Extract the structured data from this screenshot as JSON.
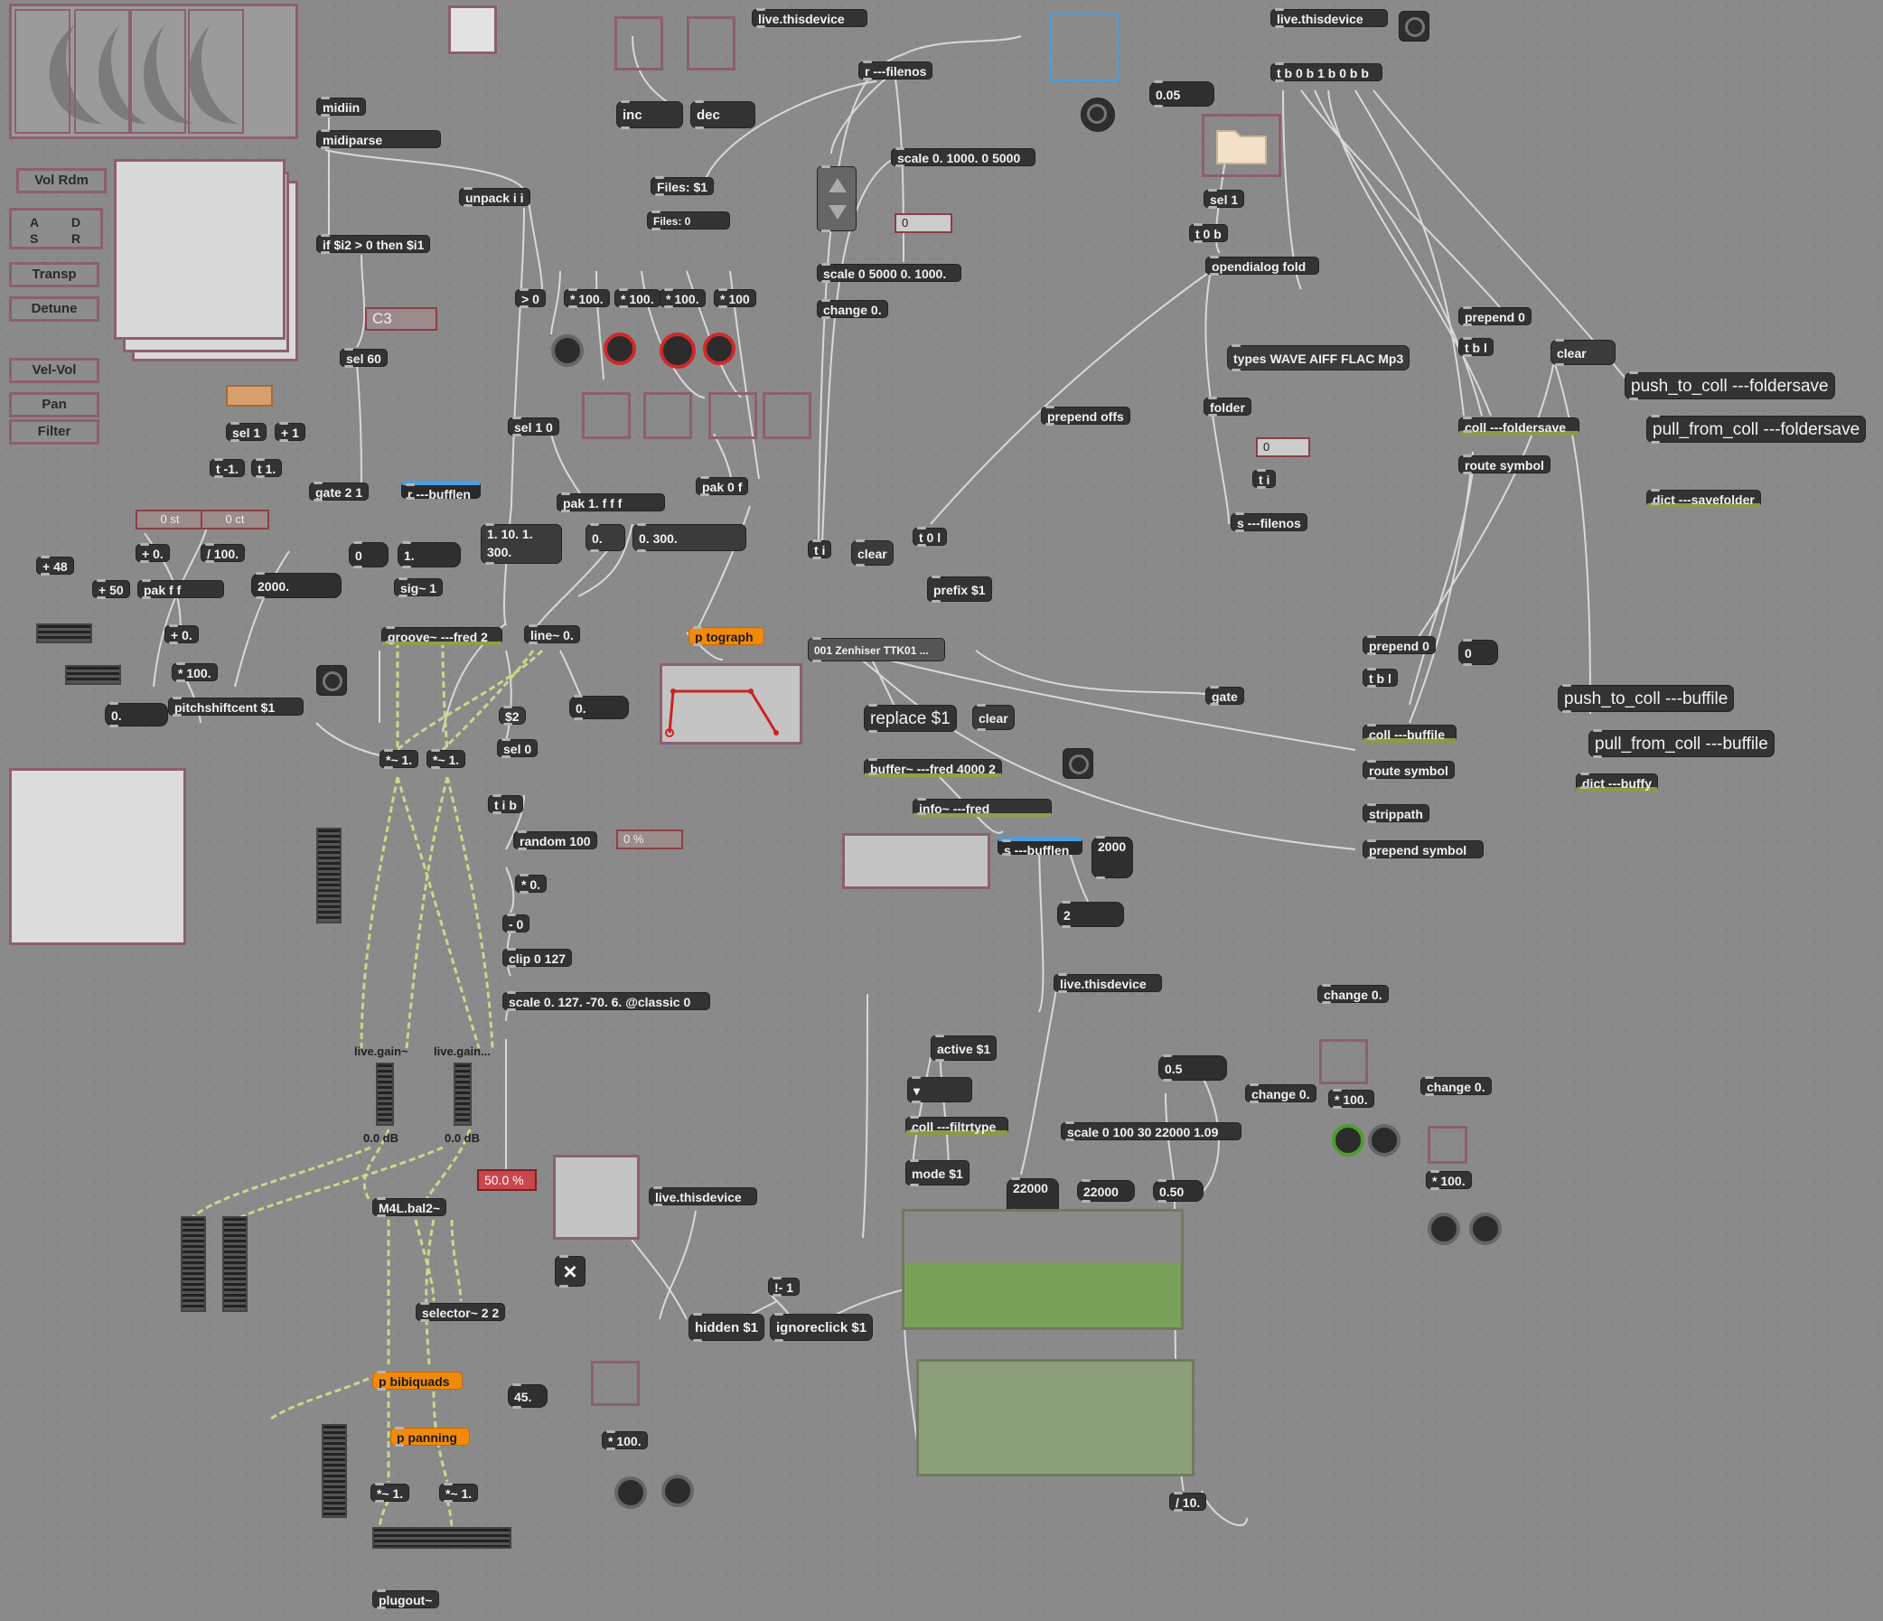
{
  "tabs": {
    "vol_rdm": "Vol Rdm",
    "adsr_a": "A",
    "adsr_d": "D",
    "adsr_s": "S",
    "adsr_r": "R",
    "transp": "Transp",
    "detune": "Detune",
    "vel_vol": "Vel-Vol",
    "pan": "Pan",
    "filter": "Filter"
  },
  "objects": {
    "midiin": "midiin",
    "midiparse": "midiparse",
    "unpack": "unpack i i",
    "if_expr": "if $i2 > 0 then $i1",
    "note_display": "C3",
    "sel60": "sel 60",
    "sel1": "sel 1",
    "plus1": "+ 1",
    "t_neg1": "t -1.",
    "t_1": "t 1.",
    "gate21": "gate 2 1",
    "r_bufflen": "r ---bufflen",
    "zero_st": "0 st",
    "zero_ct": "0 ct",
    "plus48": "+ 48",
    "plus0": "+ 0.",
    "div100": "/ 100.",
    "plus50": "+ 50",
    "pakff": "pak f f",
    "plus0b": "+ 0.",
    "times100a": "* 100.",
    "pitchshift": "pitchshiftcent $1",
    "num_zero_dot": "0.",
    "num_2000": "2000.",
    "num_zero": "0",
    "num_one": "1.",
    "sig1": "sig~ 1",
    "groove": "groove~ ---fred 2",
    "times1a": "*~ 1.",
    "times1b": "*~ 1.",
    "livegain1": "live.gain~",
    "livegain2": "live.gain...",
    "db1": "0.0 dB",
    "db2": "0.0 dB",
    "m4lbal": "M4L.bal2~",
    "bal_pct": "50.0 %",
    "selector": "selector~ 2 2",
    "bibiquads": "p bibiquads",
    "panning": "p panning",
    "times1c": "*~ 1.",
    "times1d": "*~ 1.",
    "plugout": "plugout~",
    "num45": "45.",
    "times100b": "* 100.",
    "inc": "inc",
    "dec": "dec",
    "files_msg": "Files: $1",
    "files_disp": "Files: 0",
    "livethis1": "live.thisdevice",
    "r_filenos": "r ---filenos",
    "scale1": "scale 0. 1000. 0 5000",
    "scale2": "scale 0 5000 0. 1000.",
    "change0a": "change 0.",
    "zero_box": "0",
    "gt0": "> 0",
    "t100a": "* 100.",
    "t100b": "* 100.",
    "t100c": "* 100.",
    "t100d": "* 100",
    "sel10": "sel 1 0",
    "pak1fff": "pak 1. f f f",
    "pak0f": "pak 0 f",
    "msg_list": "1. 10. 1. 300.",
    "msg_zero": "0.",
    "msg_0300": "0. 300.",
    "line0": "line~ 0.",
    "num_line": "0.",
    "dollar2": "$2",
    "sel0": "sel 0",
    "tib": "t i b",
    "random100": "random 100",
    "pct0": "0 %",
    "times0": "* 0.",
    "minus0": "- 0",
    "clip": "clip 0 127",
    "scale_classic": "scale 0. 127. -70. 6. @classic 0",
    "tograph": "p tograph",
    "ti": "t i",
    "clear1": "clear",
    "t0l": "t 0 l",
    "prefix": "prefix $1",
    "umenu": "001 Zenhiser TTK01 ...",
    "replace": "replace $1",
    "clear2": "clear",
    "buffer": "buffer~ ---fred 4000 2",
    "info": "info~ ---fred",
    "s_bufflen": "s ---bufflen",
    "num_2000b": "2000",
    "num_2": "2",
    "val_005": "0.05",
    "livethis2": "live.thisdevice",
    "trigger_big": "t b 0 b 1 b 0 b b",
    "sel1b": "sel 1",
    "t0b": "t 0 b",
    "opendialog": "opendialog fold",
    "prepend_offs": "prepend offs",
    "types": "types WAVE AIFF FLAC Mp3",
    "folder": "folder",
    "zero_small": "0",
    "ti2": "t i",
    "s_filenos": "s ---filenos",
    "prepend0": "prepend 0",
    "tbl": "t b l",
    "clear3": "clear",
    "push_folder": "push_to_coll ---foldersave",
    "pull_folder": "pull_from_coll ---foldersave",
    "coll_folder": "coll ---foldersave",
    "route_sym": "route symbol",
    "dict_save": "dict ---savefolder",
    "prepend0b": "prepend 0",
    "zero_num": "0",
    "tbl2": "t b l",
    "gate": "gate",
    "coll_buffile": "coll ---buffile",
    "route_sym2": "route symbol",
    "strippath": "strippath",
    "prepend_sym": "prepend symbol",
    "push_buf": "push_to_coll ---buffile",
    "pull_buf": "pull_from_coll ---buffile",
    "dict_buffy": "dict ---buffy",
    "livethis3": "live.thisdevice",
    "livethis4": "live.thisdevice",
    "change0b": "change 0.",
    "active": "active $1",
    "val_05": "0.5",
    "change0c": "change 0.",
    "times100c": "* 100.",
    "change0d": "change 0.",
    "coll_filt": "coll ---filtrtype",
    "scale_filt": "scale 0 100 30 22000 1.09",
    "mode": "mode $1",
    "num_22000a": "22000 .",
    "num_22000b": "22000",
    "num_050": "0.50",
    "times100d": "* 100.",
    "div10": "/ 10.",
    "not_minus": "!- 1",
    "hidden": "hidden $1",
    "ignoreclick": "ignoreclick $1"
  }
}
